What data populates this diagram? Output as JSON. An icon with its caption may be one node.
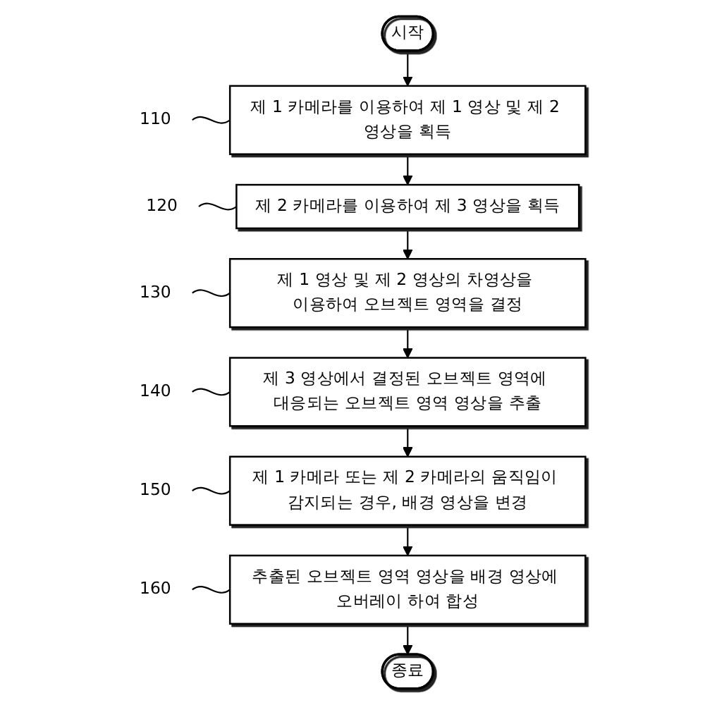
{
  "diagram": {
    "nodes": [
      {
        "text": [
          "시작"
        ]
      },
      {
        "text": [
          "110"
        ]
      },
      {
        "text": [
          "제 1 카메라를 이용하여 제 1 영상 및 제 2 영상을 획득"
        ]
      },
      {
        "text": [
          "120"
        ]
      },
      {
        "text": [
          "제 2 카메라를 이용하여 제 3 영상을 획득"
        ]
      },
      {
        "text": [
          "130"
        ]
      },
      {
        "text": [
          "제 1 영상 및 제 2 영상의 차영상을 이용하여 오브젝트 영역을 결정"
        ]
      },
      {
        "text": [
          "140"
        ]
      },
      {
        "text": [
          "제 3 영상에서 결정된 오브젝트 영역에 대응되는 오브젝트 영역 영상을 추출"
        ]
      },
      {
        "text": [
          "150"
        ]
      },
      {
        "text": [
          "제 1 카메라 또는 제 2 카메라의 움직임이 감지되는 경우, 배경 영상을 변경"
        ]
      },
      {
        "text": [
          "160"
        ]
      },
      {
        "text": [
          "추출된 오브젝트 영역 영상을 배경 영상에 오버레이 하여 합성"
        ]
      },
      {
        "text": [
          "종료"
        ]
      }
    ],
    "edges": [
      {
        "from": 0,
        "to": 2,
        "arrow": "to"
      },
      {
        "from": 1,
        "to": 2,
        "arrow": "none"
      },
      {
        "from": 2,
        "to": 4,
        "arrow": "to"
      },
      {
        "from": 3,
        "to": 4,
        "arrow": "none"
      },
      {
        "from": 4,
        "to": 6,
        "arrow": "to"
      },
      {
        "from": 5,
        "to": 6,
        "arrow": "none"
      },
      {
        "from": 6,
        "to": 8,
        "arrow": "to"
      },
      {
        "from": 7,
        "to": 8,
        "arrow": "none"
      },
      {
        "from": 8,
        "to": 10,
        "arrow": "to"
      },
      {
        "from": 9,
        "to": 10,
        "arrow": "none"
      },
      {
        "from": 10,
        "to": 12,
        "arrow": "to"
      },
      {
        "from": 11,
        "to": 12,
        "arrow": "none"
      },
      {
        "from": 12,
        "to": 13,
        "arrow": "to"
      }
    ]
  }
}
